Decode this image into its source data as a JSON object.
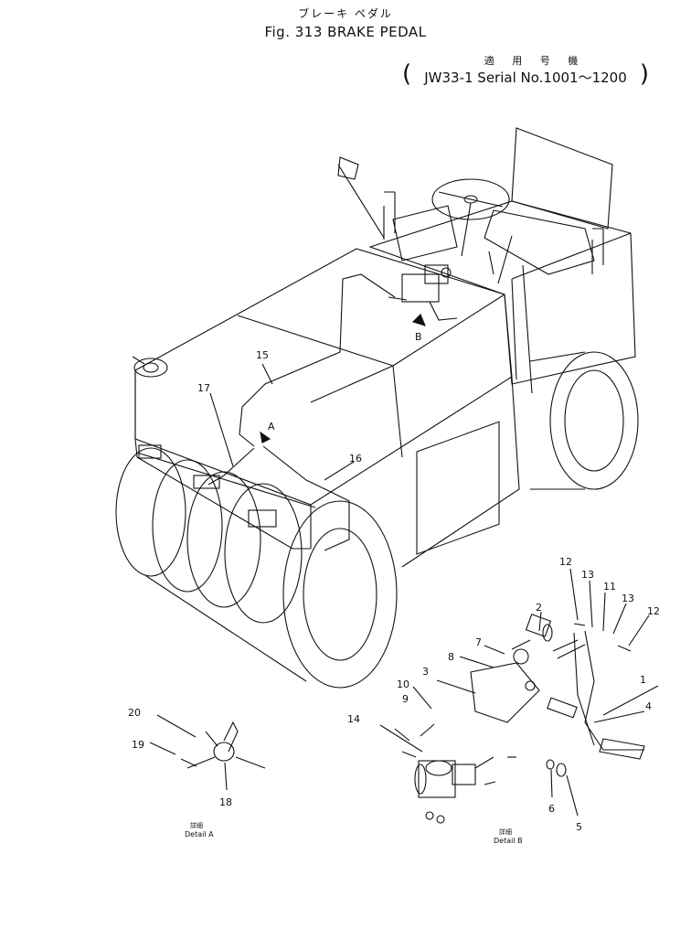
{
  "header": {
    "title_jp": "ブレーキ ペダル",
    "title": "Fig. 313 BRAKE PEDAL",
    "applicability_jp": "適 用 号 機",
    "applicability": "JW33-1 Serial No.1001～1200"
  },
  "markers": {
    "a": "A",
    "b": "B"
  },
  "callouts": [
    "1",
    "2",
    "3",
    "4",
    "5",
    "6",
    "7",
    "8",
    "9",
    "10",
    "11",
    "12",
    "13",
    "14",
    "15",
    "16",
    "17",
    "18",
    "19",
    "20"
  ],
  "details": [
    {
      "jp": "詳細",
      "label": "Detail A"
    },
    {
      "jp": "詳細",
      "label": "Detail B"
    }
  ]
}
